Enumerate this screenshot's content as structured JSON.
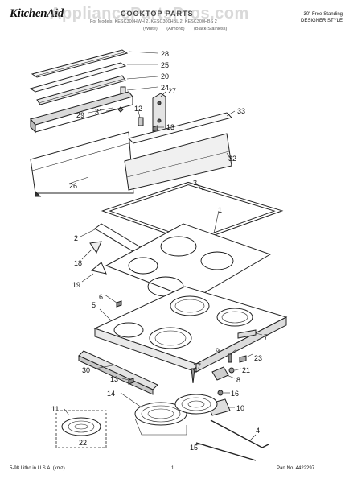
{
  "header": {
    "brand": "KitchenAid",
    "watermark": "AppliancePartsPros.com",
    "title": "COOKTOP PARTS",
    "models": "For Models: KESC300HWH 2, KESC300HBL 2, KESC300HBS 2",
    "colors": [
      "(White)",
      "(Almond)",
      "(Black-Stainless)"
    ],
    "style_line1": "30\" Free-Standing",
    "style_line2": "DESIGNER STYLE"
  },
  "callouts": {
    "c1": "1",
    "c2": "2",
    "c3": "3",
    "c4": "4",
    "c5": "5",
    "c6": "6",
    "c7": "7",
    "c8": "8",
    "c9": "9",
    "c10": "10",
    "c11": "11",
    "c12": "12",
    "c13a": "13",
    "c13b": "13",
    "c14": "14",
    "c15": "15",
    "c16": "16",
    "c17": "17",
    "c18": "18",
    "c19": "19",
    "c20": "20",
    "c21": "21",
    "c22": "22",
    "c23": "23",
    "c24": "24",
    "c25": "25",
    "c26": "26",
    "c27": "27",
    "c28": "28",
    "c29": "29",
    "c30": "30",
    "c31": "31",
    "c32": "32",
    "c33": "33"
  },
  "footer": {
    "left": "5-98 Litho in U.S.A. (kmz)",
    "center": "1",
    "right": "Part No. 4422297"
  }
}
